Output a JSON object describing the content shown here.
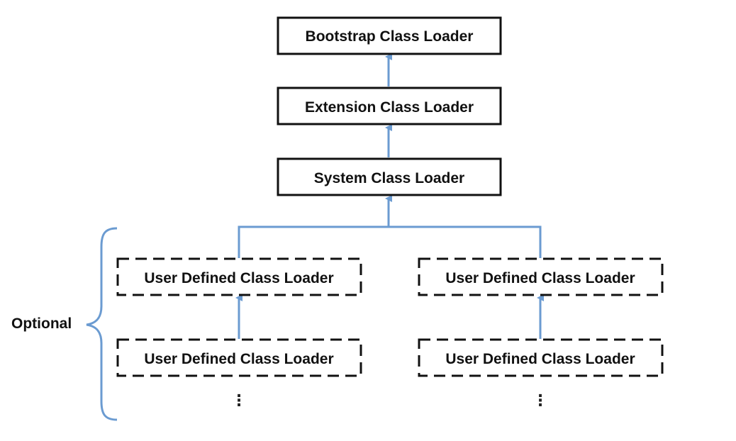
{
  "colors": {
    "connector": "#6b9bd1",
    "box_border": "#111111",
    "text": "#111111"
  },
  "nodes": {
    "bootstrap": {
      "label": "Bootstrap Class Loader",
      "style": "solid"
    },
    "extension": {
      "label": "Extension Class Loader",
      "style": "solid"
    },
    "system": {
      "label": "System Class Loader",
      "style": "solid"
    },
    "user_left_top": {
      "label": "User Defined Class Loader",
      "style": "dashed"
    },
    "user_left_bottom": {
      "label": "User Defined Class Loader",
      "style": "dashed"
    },
    "user_right_top": {
      "label": "User Defined Class Loader",
      "style": "dashed"
    },
    "user_right_bottom": {
      "label": "User Defined Class Loader",
      "style": "dashed"
    }
  },
  "continuation": {
    "left": "⋮",
    "right": "⋮"
  },
  "optional_group": {
    "label": "Optional"
  }
}
